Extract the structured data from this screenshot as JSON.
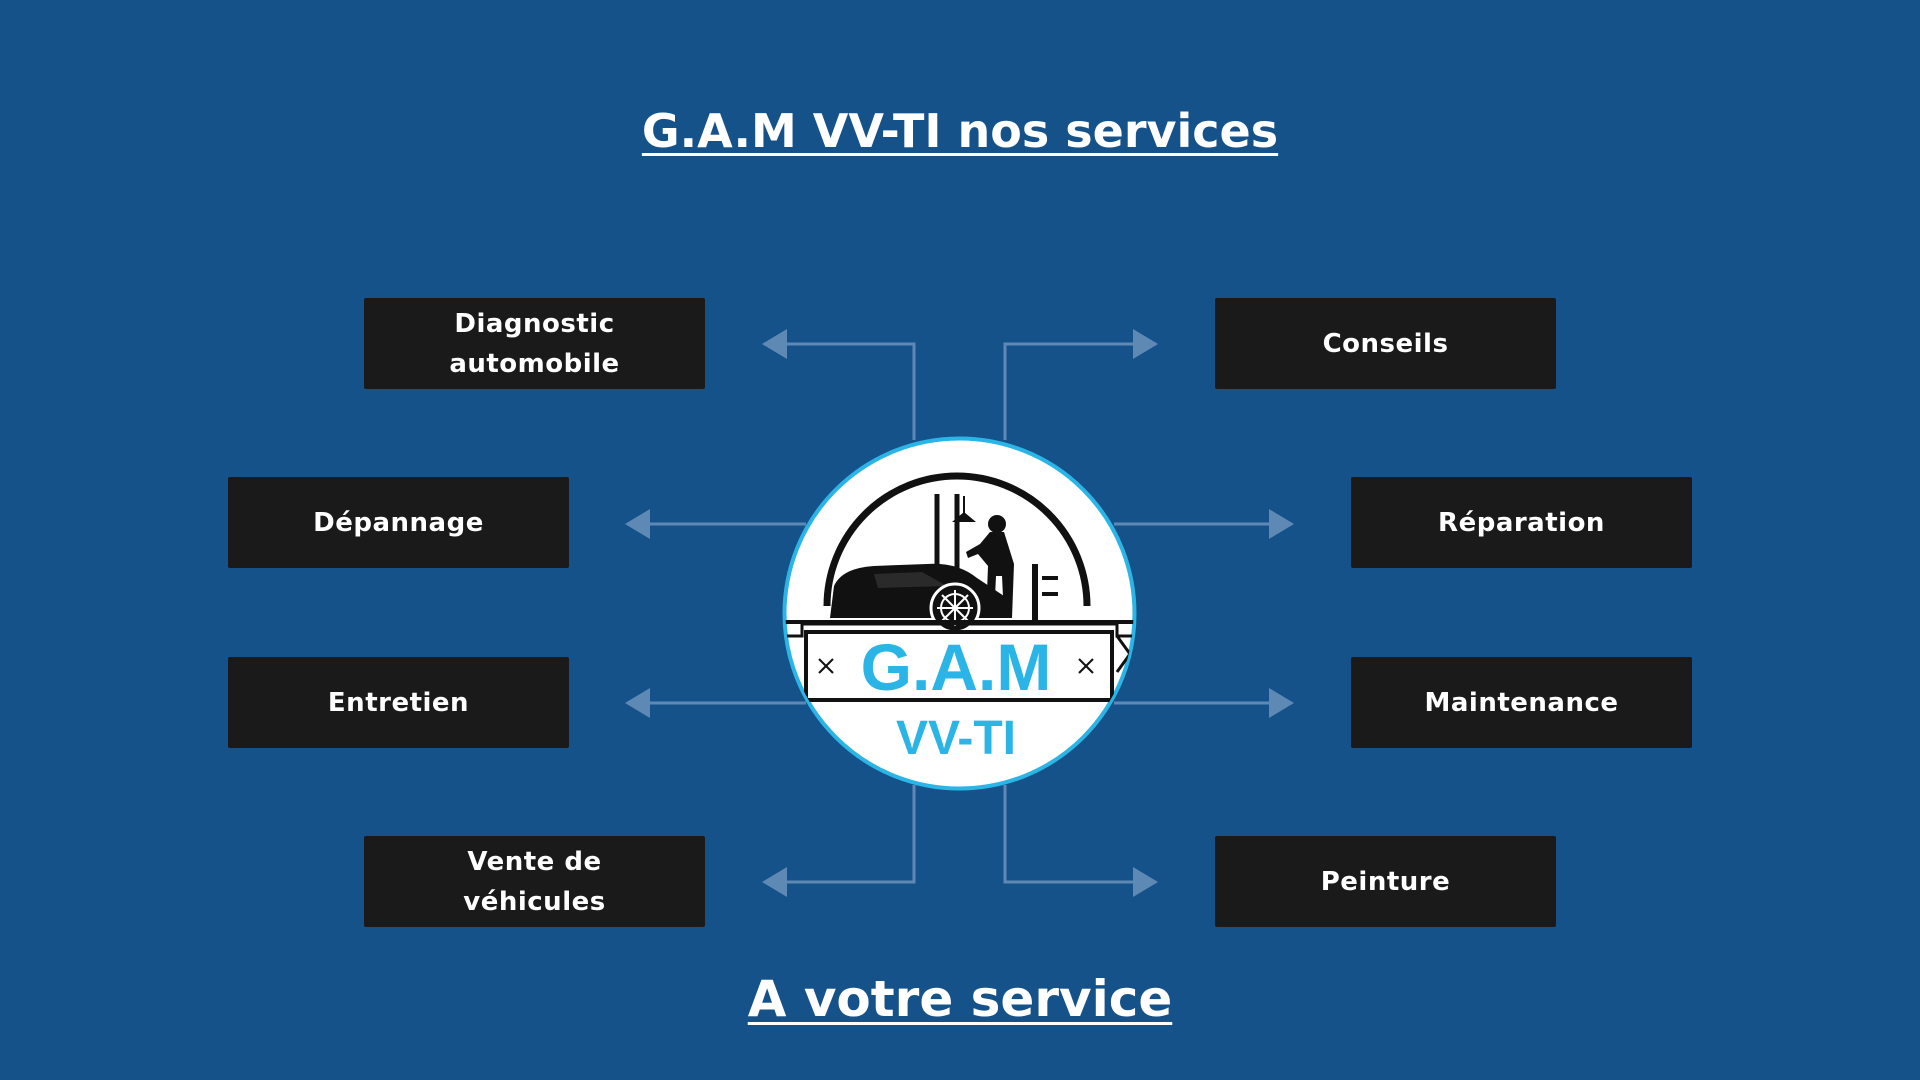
{
  "header": {
    "title": "G.A.M VV-TI nos services "
  },
  "footer": {
    "title": "A votre service "
  },
  "services": {
    "diagnostic": "Diagnostic\nautomobile",
    "depannage": "Dépannage",
    "entretien": "Entretien",
    "vente": "Vente de\nvéhicules",
    "conseils": "Conseils",
    "reparation": "Réparation",
    "maintenance": "Maintenance",
    "peinture": "Peinture"
  },
  "logo": {
    "name": "G.A.M",
    "subtitle": "VV-TI"
  },
  "colors": {
    "background": "#15528a",
    "box": "#1a1a1a",
    "connector": "#5f89b5",
    "logo_accent": "#2bb5e6",
    "text": "#ffffff"
  }
}
